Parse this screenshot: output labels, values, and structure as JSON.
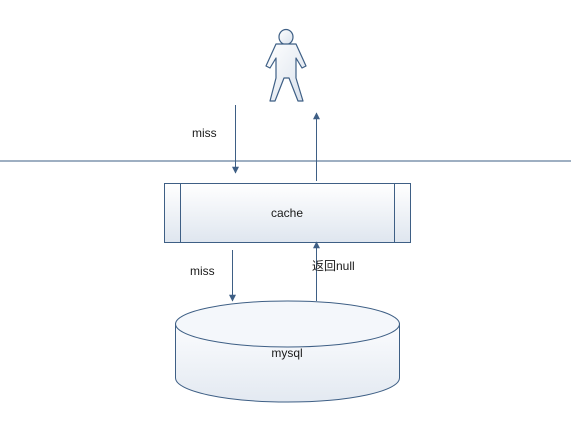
{
  "diagram": {
    "nodes": {
      "user": {
        "icon": "person-icon"
      },
      "cache": {
        "label": "cache"
      },
      "db": {
        "label": "mysql",
        "icon": "database-cylinder-icon"
      }
    },
    "edges": {
      "user_to_cache": {
        "label": "miss"
      },
      "cache_to_user": {
        "label": ""
      },
      "cache_to_db": {
        "label": "miss"
      },
      "db_to_cache": {
        "label": "返回null"
      }
    }
  },
  "colors": {
    "stroke": "#3e5f85",
    "fill_top": "#ffffff",
    "fill_bottom": "#dfe6ef",
    "text": "#1a1a1a"
  }
}
